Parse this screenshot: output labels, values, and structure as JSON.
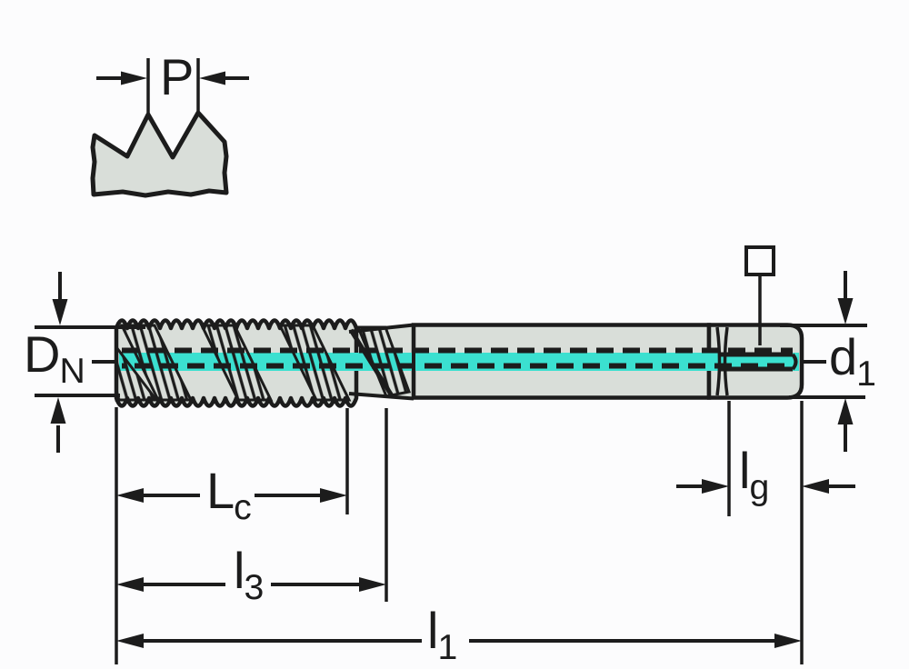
{
  "diagram": {
    "title": "tap-dimension-drawing",
    "labels": {
      "pitch": {
        "main": "P",
        "sub": ""
      },
      "nominal_diameter": {
        "main": "D",
        "sub": "N"
      },
      "shank_diameter": {
        "main": "d",
        "sub": "1"
      },
      "chamfer_length": {
        "main": "L",
        "sub": "c"
      },
      "thread_length": {
        "main": "l",
        "sub": "3"
      },
      "overall_length": {
        "main": "l",
        "sub": "1"
      },
      "square_length": {
        "main": "l",
        "sub": "g"
      }
    },
    "icons": {
      "square_drive_symbol": "open-square"
    },
    "colors": {
      "background": "#fcfcfd",
      "line": "#1c1c1c",
      "body_fill": "#d9ded9",
      "teal": "#3be0d0"
    }
  }
}
